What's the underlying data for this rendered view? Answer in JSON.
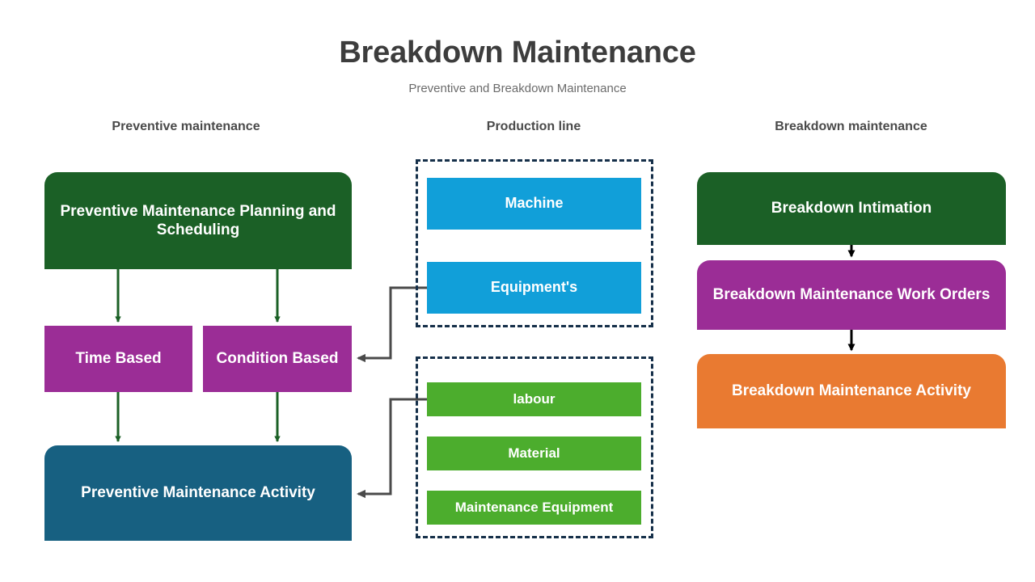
{
  "header": {
    "title": "Breakdown Maintenance",
    "subtitle": "Preventive and Breakdown Maintenance"
  },
  "columns": [
    {
      "id": "preventive",
      "header": "Preventive maintenance"
    },
    {
      "id": "production",
      "header": "Production line"
    },
    {
      "id": "breakdown",
      "header": "Breakdown maintenance"
    }
  ],
  "colors": {
    "dark_green": "#1B6026",
    "purple": "#9B2D96",
    "teal": "#176081",
    "blue": "#119FD9",
    "green": "#4CAD2D",
    "orange": "#E97A31",
    "dashed_border": "#16304A",
    "arrow_green": "#1B6026",
    "arrow_black": "#000000",
    "arrow_gray": "#4A4A4A",
    "title_text": "#3D3D3D",
    "subtitle_text": "#6B6B6B",
    "header_text": "#4A4A4A",
    "background": "#FFFFFF"
  },
  "preventive": {
    "planning": "Preventive Maintenance Planning and Scheduling",
    "time_based": "Time Based",
    "condition_based": "Condition Based",
    "activity": "Preventive Maintenance Activity"
  },
  "production": {
    "assets_group": [
      "Machine",
      "Equipment's"
    ],
    "machine": "Machine",
    "equipments": "Equipment's",
    "resources_group": [
      "labour",
      "Material",
      "Maintenance Equipment"
    ],
    "labour": "labour",
    "material": "Material",
    "maintenance_equipment": "Maintenance Equipment"
  },
  "breakdown": {
    "intimation": "Breakdown Intimation",
    "work_orders": "Breakdown Maintenance Work Orders",
    "activity": "Breakdown Maintenance Activity"
  },
  "connections": [
    {
      "from": "Preventive Maintenance Planning and Scheduling",
      "to": "Time Based",
      "style": "green-arrow"
    },
    {
      "from": "Preventive Maintenance Planning and Scheduling",
      "to": "Condition Based",
      "style": "green-arrow"
    },
    {
      "from": "Time Based",
      "to": "Preventive Maintenance Activity",
      "style": "green-arrow"
    },
    {
      "from": "Condition Based",
      "to": "Preventive Maintenance Activity",
      "style": "green-arrow"
    },
    {
      "from": "Equipment's",
      "to": "Condition Based",
      "style": "gray-elbow-arrow"
    },
    {
      "from": "labour",
      "to": "Preventive Maintenance Activity",
      "style": "gray-elbow-arrow"
    },
    {
      "from": "Breakdown Intimation",
      "to": "Breakdown Maintenance Work Orders",
      "style": "black-arrow"
    },
    {
      "from": "Breakdown Maintenance Work Orders",
      "to": "Breakdown Maintenance Activity",
      "style": "black-arrow"
    }
  ]
}
